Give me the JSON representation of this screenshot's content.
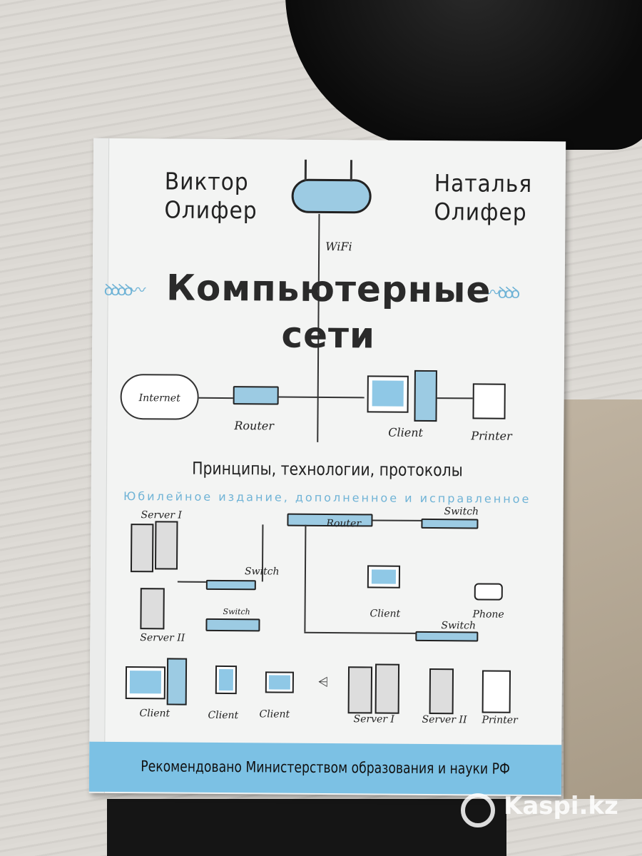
{
  "cover": {
    "author_left": {
      "first": "Виктор",
      "last": "Олифер"
    },
    "author_right": {
      "first": "Наталья",
      "last": "Олифер"
    },
    "title_line1": "Компьютерные",
    "title_line2": "сети",
    "subtitle": "Принципы, технологии, протоколы",
    "edition": "Юбилейное издание, дополненное и исправленное",
    "recommendation": "Рекомендовано Министерством образования и науки РФ",
    "colors": {
      "accent": "#7cc1e4",
      "cover": "#f3f4f3"
    }
  },
  "diagram_top": {
    "wifi": "WiFi",
    "internet": "Internet",
    "router": "Router",
    "client": "Client",
    "printer": "Printer"
  },
  "diagram_bottom": {
    "server1": "Server I",
    "server2": "Server II",
    "router": "Router",
    "switch_a": "Switch",
    "switch_b": "Switch",
    "switch_c": "Switch",
    "switch_d": "Switch",
    "client_laptop": "Client",
    "phone": "Phone",
    "client1": "Client",
    "client2": "Client",
    "client3": "Client",
    "server1b": "Server I",
    "server2b": "Server II",
    "printer": "Printer"
  },
  "watermark": "Kaspi.kz"
}
